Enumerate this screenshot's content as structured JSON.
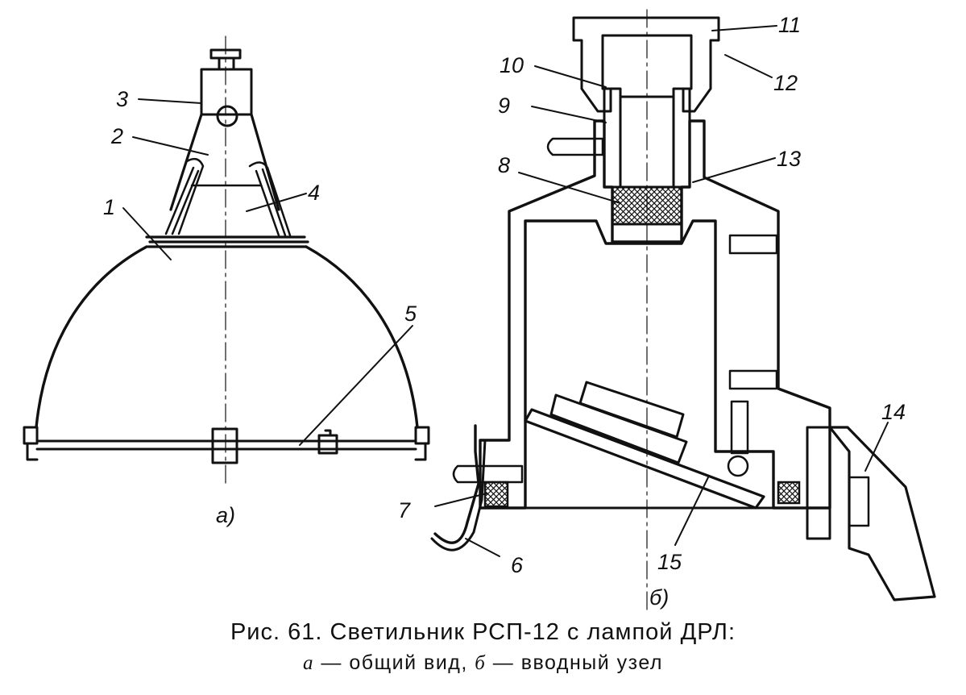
{
  "figure": {
    "callouts": [
      "1",
      "2",
      "3",
      "4",
      "5",
      "6",
      "7",
      "8",
      "9",
      "10",
      "11",
      "12",
      "13",
      "14",
      "15"
    ],
    "subfig_a": "а)",
    "subfig_b": "б)"
  },
  "caption": {
    "line1": "Рис. 61. Светильник РСП-12 с лампой ДРЛ:",
    "line2_a_letter": "а",
    "line2_a_text": " — общий вид, ",
    "line2_b_letter": "б",
    "line2_b_text": " — вводный узел"
  }
}
